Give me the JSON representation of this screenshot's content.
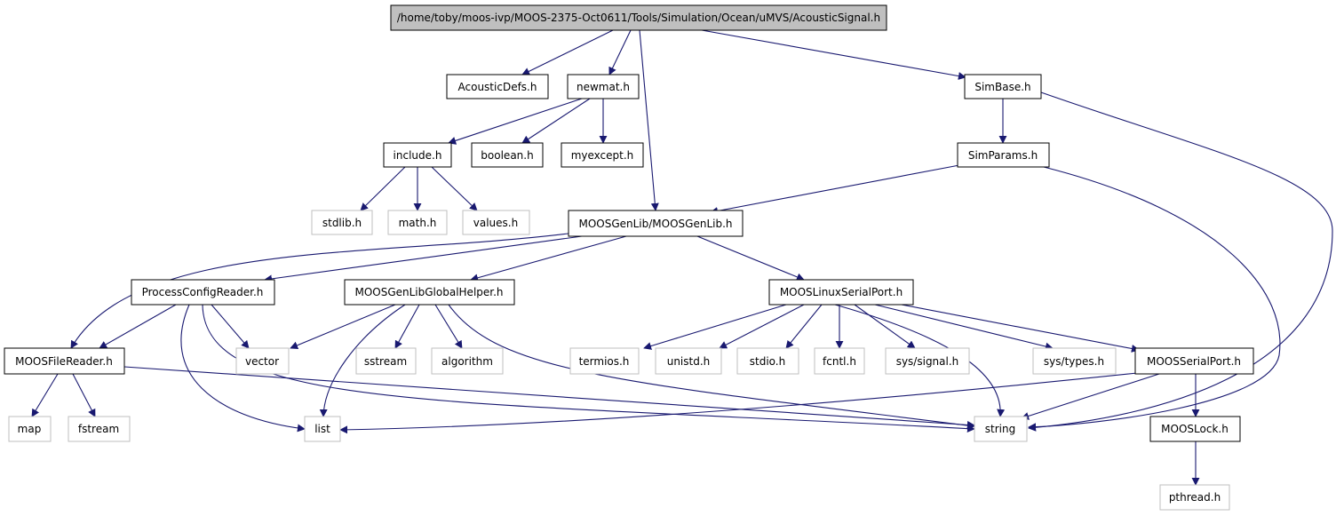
{
  "colors": {
    "edge": "#191970",
    "node_border": "#000000",
    "external_border": "#bfbfbf",
    "root_fill": "#bfbfbf",
    "node_fill": "#ffffff"
  },
  "nodes": {
    "root": "/home/toby/moos-ivp/MOOS-2375-Oct0611/Tools/Simulation/Ocean/uMVS/AcousticSignal.h",
    "acousticdefs": "AcousticDefs.h",
    "newmat": "newmat.h",
    "simbase": "SimBase.h",
    "include": "include.h",
    "boolean": "boolean.h",
    "myexcept": "myexcept.h",
    "simparams": "SimParams.h",
    "stdlib": "stdlib.h",
    "math": "math.h",
    "values": "values.h",
    "moosgenlib": "MOOSGenLib/MOOSGenLib.h",
    "processconfigreader": "ProcessConfigReader.h",
    "moosgenlibglobalhelper": "MOOSGenLibGlobalHelper.h",
    "mooslinuxserialport": "MOOSLinuxSerialPort.h",
    "moosfilereader": "MOOSFileReader.h",
    "vector": "vector",
    "sstream": "sstream",
    "algorithm": "algorithm",
    "termios": "termios.h",
    "unistd": "unistd.h",
    "stdio": "stdio.h",
    "fcntl": "fcntl.h",
    "syssignal": "sys/signal.h",
    "systypes": "sys/types.h",
    "moosserialport": "MOOSSerialPort.h",
    "map": "map",
    "fstream": "fstream",
    "list": "list",
    "string": "string",
    "mooslock": "MOOSLock.h",
    "pthread": "pthread.h"
  }
}
